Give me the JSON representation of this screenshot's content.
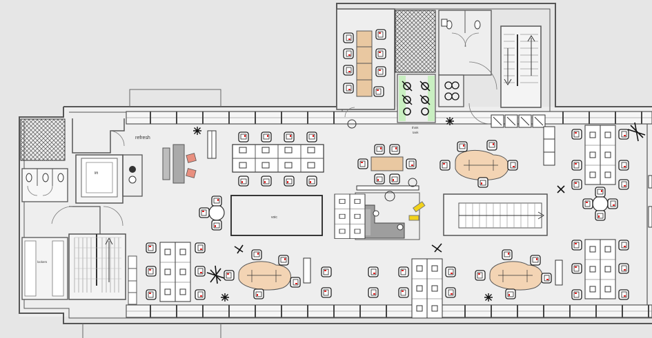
{
  "labels": {
    "refresh": "refresh",
    "lift": "lift",
    "voic": "voic",
    "think_line1": "think",
    "think_line2": "tank",
    "lockers": "lockers"
  },
  "colors": {
    "background": "#e6e6e6",
    "wall": "#6b6b6b",
    "floor": "#eeeeee",
    "table_wood": "#e9c8a1",
    "table_oval": "#f3d4b4",
    "accent_red": "#e02020",
    "accent_yellow": "#f2d21b",
    "accent_green": "#c9efc1",
    "hatch": "#555555",
    "lounge_chair": "#e88f7f"
  }
}
